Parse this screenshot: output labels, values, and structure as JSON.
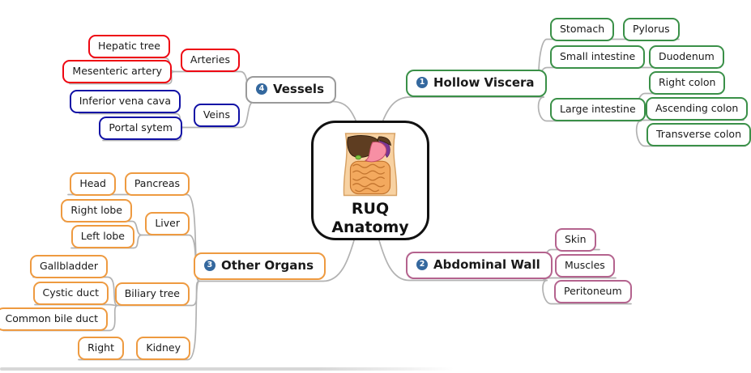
{
  "center": {
    "title_line1": "RUQ",
    "title_line2": "Anatomy",
    "image": "abdomen-anatomy-illustration"
  },
  "colors": {
    "hollow_viscera_green": "#3a9048",
    "abdominal_wall_pink": "#b4638e",
    "other_organs_orange": "#ee9a40",
    "vessels_gray": "#9a9a9a",
    "arteries_red": "#ee0712",
    "veins_blue": "#1010a5",
    "badge_blue": "#34689e",
    "connector_gray": "#b2b2b2",
    "center_border_black": "#111111"
  },
  "branches": [
    {
      "id": "hollow-viscera",
      "badge": "1",
      "label": "Hollow Viscera",
      "color": "#3a9048",
      "children": [
        {
          "label": "Stomach",
          "children": [
            {
              "label": "Pylorus"
            }
          ]
        },
        {
          "label": "Small intestine",
          "children": [
            {
              "label": "Duodenum"
            }
          ]
        },
        {
          "label": "Large intestine",
          "children": [
            {
              "label": "Right colon"
            },
            {
              "label": "Ascending colon"
            },
            {
              "label": "Transverse colon"
            }
          ]
        }
      ]
    },
    {
      "id": "abdominal-wall",
      "badge": "2",
      "label": "Abdominal Wall",
      "color": "#b4638e",
      "children": [
        {
          "label": "Skin"
        },
        {
          "label": "Muscles"
        },
        {
          "label": "Peritoneum"
        }
      ]
    },
    {
      "id": "other-organs",
      "badge": "3",
      "label": "Other Organs",
      "color": "#ee9a40",
      "children": [
        {
          "label": "Pancreas",
          "children": [
            {
              "label": "Head"
            }
          ]
        },
        {
          "label": "Liver",
          "children": [
            {
              "label": "Right lobe"
            },
            {
              "label": "Left lobe"
            }
          ]
        },
        {
          "label": "Biliary tree",
          "children": [
            {
              "label": "Gallbladder"
            },
            {
              "label": "Cystic duct"
            },
            {
              "label": "Common bile duct"
            }
          ]
        },
        {
          "label": "Kidney",
          "children": [
            {
              "label": "Right"
            }
          ]
        }
      ]
    },
    {
      "id": "vessels",
      "badge": "4",
      "label": "Vessels",
      "color": "#9a9a9a",
      "children": [
        {
          "label": "Arteries",
          "color": "#ee0712",
          "children": [
            {
              "label": "Hepatic tree"
            },
            {
              "label": "Mesenteric artery"
            }
          ]
        },
        {
          "label": "Veins",
          "color": "#1010a5",
          "children": [
            {
              "label": "Inferior vena cava"
            },
            {
              "label": "Portal sytem"
            }
          ]
        }
      ]
    }
  ]
}
